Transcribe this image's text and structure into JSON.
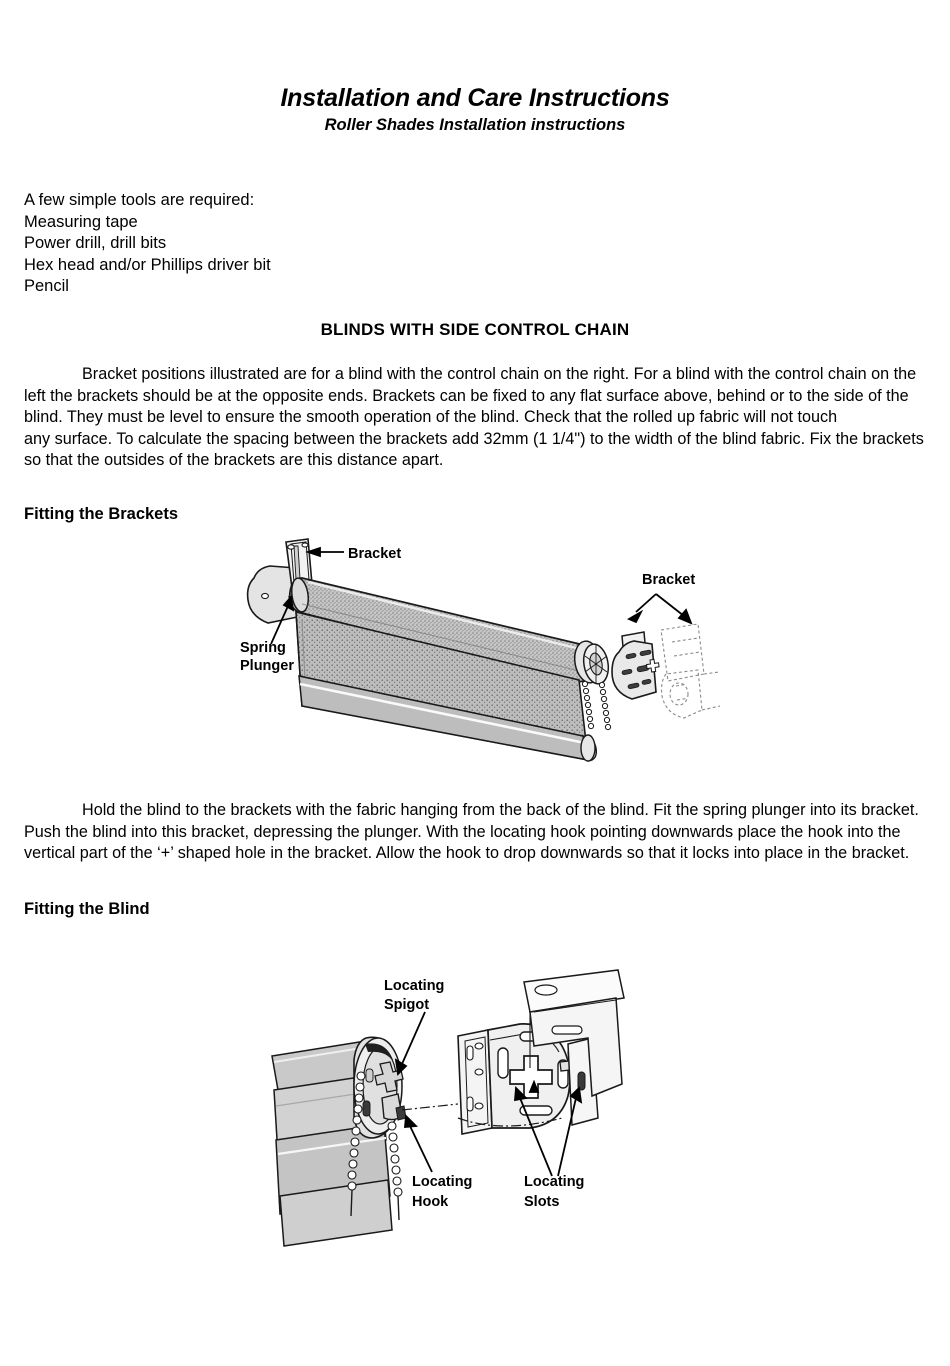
{
  "document": {
    "title": "Installation and Care Instructions",
    "subtitle": "Roller Shades Installation instructions"
  },
  "tools": {
    "intro": "A few simple tools are required:",
    "items": [
      "Measuring tape",
      "Power drill, drill bits",
      "Hex head and/or Phillips driver bit",
      "Pencil"
    ]
  },
  "sections": [
    {
      "heading": "BLINDS WITH SIDE CONTROL CHAIN",
      "paragraph": "Bracket positions illustrated are for a blind with the control chain on the right. For a blind with the control chain on the left the brackets should be at the opposite ends. Brackets can be fixed to any flat surface above, behind or to the side of the blind. They must be level to ensure the smooth operation of the blind. Check that the rolled up fabric will not touch",
      "paragraph_part2": "any surface. To calculate the spacing between the brackets add 32mm (1 1/4\") to the width of the blind fabric. Fix the brackets so that the outsides of the brackets are this distance apart."
    }
  ],
  "subheadings": {
    "fitting_brackets": "Fitting the Brackets",
    "fitting_blind": "Fitting the Blind"
  },
  "paragraphs": {
    "fitting_blind_text": "Hold the blind to the brackets with the fabric hanging from the back of the blind. Fit the spring plunger into its bracket. Push the blind into this bracket, depressing the plunger. With the locating hook pointing downwards place the hook into the vertical part of the ‘+’ shaped hole in the bracket. Allow the hook to drop downwards so that it locks into place in the bracket."
  },
  "figures": {
    "brackets_diagram": {
      "caption_labels": {
        "bracket_left": "Bracket",
        "spring_plunger": "Spring\nPlunger",
        "spring_plunger_line1": "Spring",
        "spring_plunger_line2": "Plunger",
        "bracket_right": "Bracket"
      }
    },
    "blind_diagram": {
      "caption_labels": {
        "locating_spigot_line1": "Locating",
        "locating_spigot_line2": "Spigot",
        "locating_hook_line1": "Locating",
        "locating_hook_line2": "Hook",
        "locating_slots_line1": "Locating",
        "locating_slots_line2": "Slots"
      }
    }
  },
  "colors": {
    "ink": "#000000",
    "paper": "#ffffff",
    "fabric_fill": "#b9b9b9",
    "part_fill": "#d0d0d0",
    "light_fill": "#e8e8e8"
  }
}
